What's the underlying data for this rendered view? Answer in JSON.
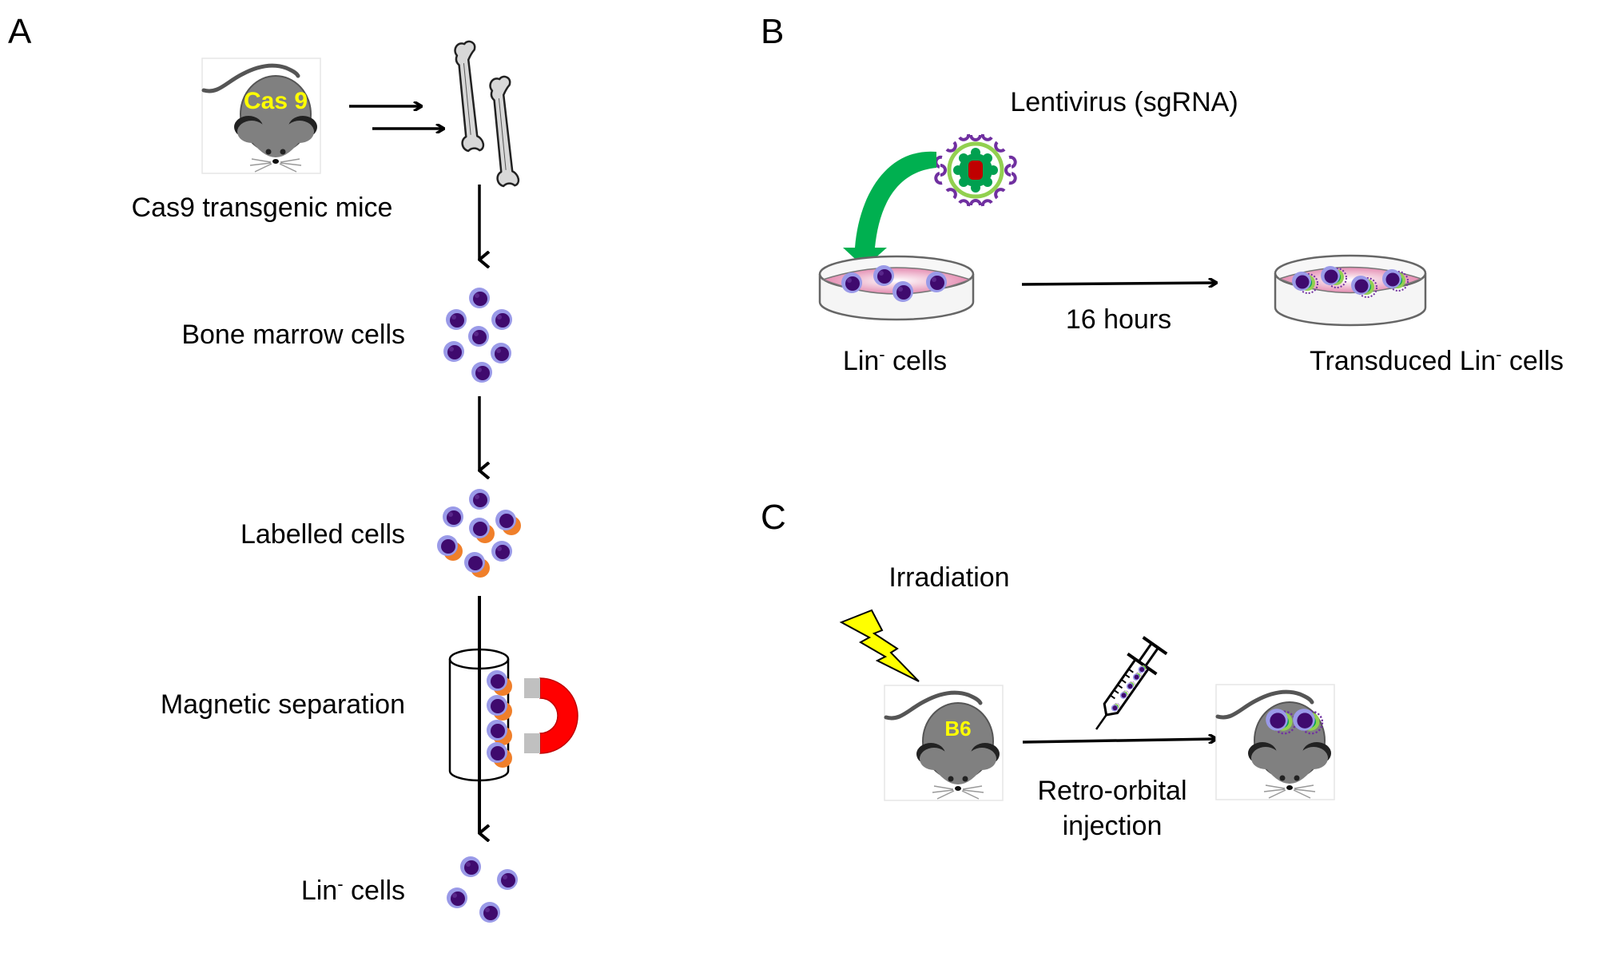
{
  "panels": {
    "A": {
      "letter": "A",
      "mouse_label": "Cas 9",
      "steps": [
        {
          "label": "Cas9 transgenic mice"
        },
        {
          "label": "Bone marrow cells"
        },
        {
          "label": "Labelled cells"
        },
        {
          "label": "Magnetic separation"
        },
        {
          "label_main": "Lin",
          "label_sup": "-",
          "label_rest": " cells"
        }
      ]
    },
    "B": {
      "letter": "B",
      "virus_label": "Lentivirus (sgRNA)",
      "left_dish": {
        "label_main": "Lin",
        "label_sup": "-",
        "label_rest": " cells"
      },
      "arrow_label": "16 hours",
      "right_dish": {
        "label_main": "Transduced Lin",
        "label_sup": "-",
        "label_rest": " cells"
      }
    },
    "C": {
      "letter": "C",
      "irradiation_label": "Irradiation",
      "mouse_label": "B6",
      "arrow_label_line1": "Retro-orbital",
      "arrow_label_line2": "injection"
    }
  },
  "colors": {
    "cell_nucleus": "#3f0a6e",
    "cell_membrane": "#9a9ae8",
    "label_bead": "#f07f2a",
    "mouse_body": "#808080",
    "mouse_text": "#ffff00",
    "bone_fill": "#d8d8d8",
    "magnet_red": "#ff0000",
    "magnet_pole": "#c0c0c0",
    "green_arrow": "#00b050",
    "virus_ring": "#92d050",
    "virus_capsid": "#00a050",
    "virus_core": "#c00000",
    "virus_spikes": "#7030a0",
    "dish_media": "#e8a0c0",
    "lightning": "#ffff00"
  }
}
